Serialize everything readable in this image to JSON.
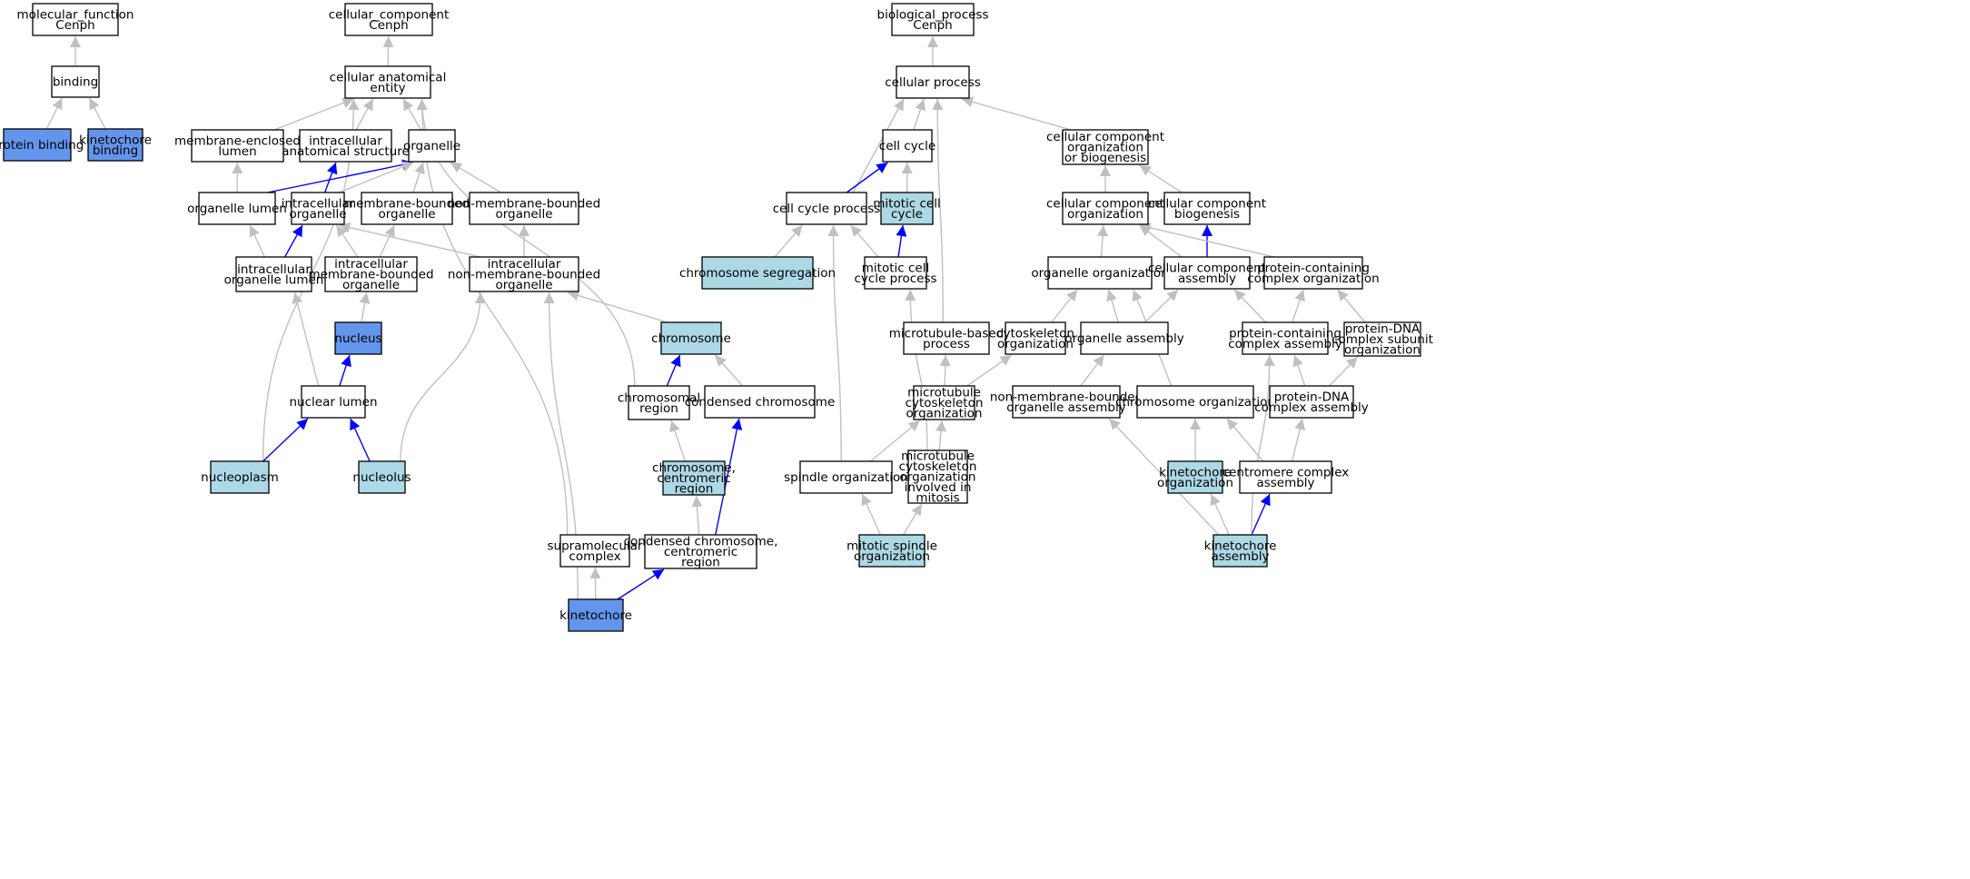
{
  "colors": {
    "plain": "#ffffff",
    "light": "#add8e6",
    "strong": "#6495ed",
    "edge_gray": "#c0c0c0",
    "edge_blue": "#0000ff",
    "border": "#000000"
  },
  "nodes": {
    "mf_root": {
      "lines": [
        "molecular_function",
        "Cenph"
      ],
      "fill": "plain"
    },
    "binding": {
      "lines": [
        "binding"
      ],
      "fill": "plain"
    },
    "protein_binding": {
      "lines": [
        "protein binding"
      ],
      "fill": "strong"
    },
    "kinetochore_binding": {
      "lines": [
        "kinetochore",
        "binding"
      ],
      "fill": "strong"
    },
    "cc_root": {
      "lines": [
        "cellular_component",
        "Cenph"
      ],
      "fill": "plain"
    },
    "cellular_anatomical_entity": {
      "lines": [
        "cellular anatomical",
        "entity"
      ],
      "fill": "plain"
    },
    "membrane_enclosed_lumen": {
      "lines": [
        "membrane-enclosed",
        "lumen"
      ],
      "fill": "plain"
    },
    "intracellular_anatomical_structure": {
      "lines": [
        "intracellular",
        "anatomical structure"
      ],
      "fill": "plain"
    },
    "organelle": {
      "lines": [
        "organelle"
      ],
      "fill": "plain"
    },
    "organelle_lumen": {
      "lines": [
        "organelle lumen"
      ],
      "fill": "plain"
    },
    "intracellular_organelle": {
      "lines": [
        "intracellular",
        "organelle"
      ],
      "fill": "plain"
    },
    "membrane_bounded_organelle": {
      "lines": [
        "membrane-bounded",
        "organelle"
      ],
      "fill": "plain"
    },
    "non_membrane_bounded_organelle": {
      "lines": [
        "non-membrane-bounded",
        "organelle"
      ],
      "fill": "plain"
    },
    "intracellular_organelle_lumen": {
      "lines": [
        "intracellular",
        "organelle lumen"
      ],
      "fill": "plain"
    },
    "intracellular_membrane_bounded_organelle": {
      "lines": [
        "intracellular",
        "membrane-bounded",
        "organelle"
      ],
      "fill": "plain"
    },
    "intracellular_non_membrane_bounded_organelle": {
      "lines": [
        "intracellular",
        "non-membrane-bounded",
        "organelle"
      ],
      "fill": "plain"
    },
    "nucleus": {
      "lines": [
        "nucleus"
      ],
      "fill": "strong"
    },
    "chromosome": {
      "lines": [
        "chromosome"
      ],
      "fill": "light"
    },
    "nuclear_lumen": {
      "lines": [
        "nuclear lumen"
      ],
      "fill": "plain"
    },
    "chromosomal_region": {
      "lines": [
        "chromosomal",
        "region"
      ],
      "fill": "plain"
    },
    "condensed_chromosome": {
      "lines": [
        "condensed chromosome"
      ],
      "fill": "plain"
    },
    "nucleoplasm": {
      "lines": [
        "nucleoplasm"
      ],
      "fill": "light"
    },
    "nucleolus": {
      "lines": [
        "nucleolus"
      ],
      "fill": "light"
    },
    "chromosome_centromeric_region": {
      "lines": [
        "chromosome,",
        "centromeric",
        "region"
      ],
      "fill": "light"
    },
    "supramolecular_complex": {
      "lines": [
        "supramolecular",
        "complex"
      ],
      "fill": "plain"
    },
    "condensed_chromosome_centromeric_region": {
      "lines": [
        "condensed chromosome,",
        "centromeric",
        "region"
      ],
      "fill": "plain"
    },
    "kinetochore": {
      "lines": [
        "kinetochore"
      ],
      "fill": "strong"
    },
    "bp_root": {
      "lines": [
        "biological_process",
        "Cenph"
      ],
      "fill": "plain"
    },
    "cellular_process": {
      "lines": [
        "cellular process"
      ],
      "fill": "plain"
    },
    "cell_cycle": {
      "lines": [
        "cell cycle"
      ],
      "fill": "plain"
    },
    "cellular_component_organization_or_biogenesis": {
      "lines": [
        "cellular component",
        "organization",
        "or biogenesis"
      ],
      "fill": "plain"
    },
    "cell_cycle_process": {
      "lines": [
        "cell cycle process"
      ],
      "fill": "plain"
    },
    "mitotic_cell_cycle": {
      "lines": [
        "mitotic cell",
        "cycle"
      ],
      "fill": "light"
    },
    "cellular_component_organization": {
      "lines": [
        "cellular component",
        "organization"
      ],
      "fill": "plain"
    },
    "cellular_component_biogenesis": {
      "lines": [
        "cellular component",
        "biogenesis"
      ],
      "fill": "plain"
    },
    "chromosome_segregation": {
      "lines": [
        "chromosome segregation"
      ],
      "fill": "light"
    },
    "mitotic_cell_cycle_process": {
      "lines": [
        "mitotic cell",
        "cycle process"
      ],
      "fill": "plain"
    },
    "organelle_organization": {
      "lines": [
        "organelle organization"
      ],
      "fill": "plain"
    },
    "cellular_component_assembly": {
      "lines": [
        "cellular component",
        "assembly"
      ],
      "fill": "plain"
    },
    "protein_containing_complex_organization": {
      "lines": [
        "protein-containing",
        "complex organization"
      ],
      "fill": "plain"
    },
    "microtubule_based_process": {
      "lines": [
        "microtubule-based",
        "process"
      ],
      "fill": "plain"
    },
    "cytoskeleton_organization": {
      "lines": [
        "cytoskeleton",
        "organization"
      ],
      "fill": "plain"
    },
    "organelle_assembly": {
      "lines": [
        "organelle assembly"
      ],
      "fill": "plain"
    },
    "protein_containing_complex_assembly": {
      "lines": [
        "protein-containing",
        "complex assembly"
      ],
      "fill": "plain"
    },
    "protein_dna_complex_subunit_organization": {
      "lines": [
        "protein-DNA",
        "complex subunit",
        "organization"
      ],
      "fill": "plain"
    },
    "microtubule_cytoskeleton_organization": {
      "lines": [
        "microtubule",
        "cytoskeleton",
        "organization"
      ],
      "fill": "plain"
    },
    "non_membrane_bounded_organelle_assembly": {
      "lines": [
        "non-membrane-bounded",
        "organelle assembly"
      ],
      "fill": "plain"
    },
    "chromosome_organization": {
      "lines": [
        "chromosome organization"
      ],
      "fill": "plain"
    },
    "protein_dna_complex_assembly": {
      "lines": [
        "protein-DNA",
        "complex assembly"
      ],
      "fill": "plain"
    },
    "spindle_organization": {
      "lines": [
        "spindle organization"
      ],
      "fill": "plain"
    },
    "microtubule_cytoskeleton_organization_involved_in_mitosis": {
      "lines": [
        "microtubule",
        "cytoskeleton",
        "organization",
        "involved in",
        "mitosis"
      ],
      "fill": "plain"
    },
    "kinetochore_organization": {
      "lines": [
        "kinetochore",
        "organization"
      ],
      "fill": "light"
    },
    "centromere_complex_assembly": {
      "lines": [
        "centromere complex",
        "assembly"
      ],
      "fill": "plain"
    },
    "mitotic_spindle_organization": {
      "lines": [
        "mitotic spindle",
        "organization"
      ],
      "fill": "light"
    },
    "kinetochore_assembly": {
      "lines": [
        "kinetochore",
        "assembly"
      ],
      "fill": "light"
    }
  },
  "edges": [
    {
      "from": "binding",
      "to": "mf_root",
      "color": "gray"
    },
    {
      "from": "protein_binding",
      "to": "binding",
      "color": "gray"
    },
    {
      "from": "kinetochore_binding",
      "to": "binding",
      "color": "gray"
    },
    {
      "from": "cellular_anatomical_entity",
      "to": "cc_root",
      "color": "gray"
    },
    {
      "from": "membrane_enclosed_lumen",
      "to": "cellular_anatomical_entity",
      "color": "gray"
    },
    {
      "from": "intracellular_anatomical_structure",
      "to": "cellular_anatomical_entity",
      "color": "gray"
    },
    {
      "from": "organelle",
      "to": "cellular_anatomical_entity",
      "color": "gray"
    },
    {
      "from": "nucleoplasm",
      "to": "cellular_anatomical_entity",
      "color": "gray"
    },
    {
      "from": "chromosomal_region",
      "to": "cellular_anatomical_entity",
      "color": "gray"
    },
    {
      "from": "supramolecular_complex",
      "to": "cellular_anatomical_entity",
      "color": "gray"
    },
    {
      "from": "organelle_lumen",
      "to": "membrane_enclosed_lumen",
      "color": "gray"
    },
    {
      "from": "organelle_lumen",
      "to": "organelle",
      "color": "blue"
    },
    {
      "from": "intracellular_organelle",
      "to": "intracellular_anatomical_structure",
      "color": "blue"
    },
    {
      "from": "intracellular_organelle",
      "to": "organelle",
      "color": "gray"
    },
    {
      "from": "membrane_bounded_organelle",
      "to": "organelle",
      "color": "gray"
    },
    {
      "from": "non_membrane_bounded_organelle",
      "to": "organelle",
      "color": "gray"
    },
    {
      "from": "intracellular_organelle_lumen",
      "to": "organelle_lumen",
      "color": "gray"
    },
    {
      "from": "intracellular_organelle_lumen",
      "to": "intracellular_organelle",
      "color": "blue"
    },
    {
      "from": "intracellular_membrane_bounded_organelle",
      "to": "intracellular_organelle",
      "color": "gray"
    },
    {
      "from": "intracellular_membrane_bounded_organelle",
      "to": "membrane_bounded_organelle",
      "color": "gray"
    },
    {
      "from": "intracellular_non_membrane_bounded_organelle",
      "to": "intracellular_organelle",
      "color": "gray"
    },
    {
      "from": "intracellular_non_membrane_bounded_organelle",
      "to": "non_membrane_bounded_organelle",
      "color": "gray"
    },
    {
      "from": "nucleus",
      "to": "intracellular_membrane_bounded_organelle",
      "color": "gray"
    },
    {
      "from": "chromosome",
      "to": "intracellular_non_membrane_bounded_organelle",
      "color": "gray"
    },
    {
      "from": "nuclear_lumen",
      "to": "nucleus",
      "color": "blue"
    },
    {
      "from": "nuclear_lumen",
      "to": "intracellular_organelle_lumen",
      "color": "gray"
    },
    {
      "from": "chromosomal_region",
      "to": "chromosome",
      "color": "blue"
    },
    {
      "from": "condensed_chromosome",
      "to": "chromosome",
      "color": "gray"
    },
    {
      "from": "nucleoplasm",
      "to": "nuclear_lumen",
      "color": "blue"
    },
    {
      "from": "nucleolus",
      "to": "nuclear_lumen",
      "color": "blue"
    },
    {
      "from": "nucleolus",
      "to": "intracellular_non_membrane_bounded_organelle",
      "color": "gray"
    },
    {
      "from": "chromosome_centromeric_region",
      "to": "chromosomal_region",
      "color": "gray"
    },
    {
      "from": "condensed_chromosome_centromeric_region",
      "to": "chromosome_centromeric_region",
      "color": "gray"
    },
    {
      "from": "condensed_chromosome_centromeric_region",
      "to": "condensed_chromosome",
      "color": "blue"
    },
    {
      "from": "kinetochore",
      "to": "supramolecular_complex",
      "color": "gray"
    },
    {
      "from": "kinetochore",
      "to": "condensed_chromosome_centromeric_region",
      "color": "blue"
    },
    {
      "from": "kinetochore",
      "to": "intracellular_non_membrane_bounded_organelle",
      "color": "gray"
    },
    {
      "from": "cellular_process",
      "to": "bp_root",
      "color": "gray"
    },
    {
      "from": "cell_cycle",
      "to": "cellular_process",
      "color": "gray"
    },
    {
      "from": "cellular_component_organization_or_biogenesis",
      "to": "cellular_process",
      "color": "gray"
    },
    {
      "from": "cell_cycle_process",
      "to": "cellular_process",
      "color": "gray"
    },
    {
      "from": "cell_cycle_process",
      "to": "cell_cycle",
      "color": "blue"
    },
    {
      "from": "mitotic_cell_cycle",
      "to": "cell_cycle",
      "color": "gray"
    },
    {
      "from": "microtubule_based_process",
      "to": "cellular_process",
      "color": "gray"
    },
    {
      "from": "cellular_component_organization",
      "to": "cellular_component_organization_or_biogenesis",
      "color": "gray"
    },
    {
      "from": "cellular_component_biogenesis",
      "to": "cellular_component_organization_or_biogenesis",
      "color": "gray"
    },
    {
      "from": "chromosome_segregation",
      "to": "cell_cycle_process",
      "color": "gray"
    },
    {
      "from": "mitotic_cell_cycle_process",
      "to": "cell_cycle_process",
      "color": "gray"
    },
    {
      "from": "mitotic_cell_cycle_process",
      "to": "mitotic_cell_cycle",
      "color": "blue"
    },
    {
      "from": "organelle_organization",
      "to": "cellular_component_organization",
      "color": "gray"
    },
    {
      "from": "cellular_component_assembly",
      "to": "cellular_component_organization",
      "color": "gray"
    },
    {
      "from": "cellular_component_assembly",
      "to": "cellular_component_biogenesis",
      "color": "blue"
    },
    {
      "from": "protein_containing_complex_organization",
      "to": "cellular_component_organization",
      "color": "gray"
    },
    {
      "from": "cytoskeleton_organization",
      "to": "organelle_organization",
      "color": "gray"
    },
    {
      "from": "organelle_assembly",
      "to": "organelle_organization",
      "color": "gray"
    },
    {
      "from": "organelle_assembly",
      "to": "cellular_component_assembly",
      "color": "gray"
    },
    {
      "from": "chromosome_organization",
      "to": "organelle_organization",
      "color": "gray"
    },
    {
      "from": "protein_containing_complex_assembly",
      "to": "cellular_component_assembly",
      "color": "gray"
    },
    {
      "from": "protein_containing_complex_assembly",
      "to": "protein_containing_complex_organization",
      "color": "gray"
    },
    {
      "from": "protein_dna_complex_subunit_organization",
      "to": "protein_containing_complex_organization",
      "color": "gray"
    },
    {
      "from": "microtubule_cytoskeleton_organization",
      "to": "microtubule_based_process",
      "color": "gray"
    },
    {
      "from": "microtubule_cytoskeleton_organization",
      "to": "cytoskeleton_organization",
      "color": "gray"
    },
    {
      "from": "non_membrane_bounded_organelle_assembly",
      "to": "organelle_assembly",
      "color": "gray"
    },
    {
      "from": "protein_dna_complex_assembly",
      "to": "protein_containing_complex_assembly",
      "color": "gray"
    },
    {
      "from": "protein_dna_complex_assembly",
      "to": "protein_dna_complex_subunit_organization",
      "color": "gray"
    },
    {
      "from": "spindle_organization",
      "to": "cell_cycle_process",
      "color": "gray"
    },
    {
      "from": "spindle_organization",
      "to": "microtubule_cytoskeleton_organization",
      "color": "gray"
    },
    {
      "from": "microtubule_cytoskeleton_organization_involved_in_mitosis",
      "to": "mitotic_cell_cycle_process",
      "color": "gray"
    },
    {
      "from": "microtubule_cytoskeleton_organization_involved_in_mitosis",
      "to": "microtubule_cytoskeleton_organization",
      "color": "gray"
    },
    {
      "from": "kinetochore_organization",
      "to": "chromosome_organization",
      "color": "gray"
    },
    {
      "from": "centromere_complex_assembly",
      "to": "chromosome_organization",
      "color": "gray"
    },
    {
      "from": "centromere_complex_assembly",
      "to": "protein_dna_complex_assembly",
      "color": "gray"
    },
    {
      "from": "mitotic_spindle_organization",
      "to": "spindle_organization",
      "color": "gray"
    },
    {
      "from": "mitotic_spindle_organization",
      "to": "microtubule_cytoskeleton_organization_involved_in_mitosis",
      "color": "gray"
    },
    {
      "from": "kinetochore_assembly",
      "to": "kinetochore_organization",
      "color": "gray"
    },
    {
      "from": "kinetochore_assembly",
      "to": "centromere_complex_assembly",
      "color": "blue"
    },
    {
      "from": "kinetochore_assembly",
      "to": "non_membrane_bounded_organelle_assembly",
      "color": "gray"
    },
    {
      "from": "kinetochore_assembly",
      "to": "protein_containing_complex_assembly",
      "color": "gray"
    }
  ]
}
